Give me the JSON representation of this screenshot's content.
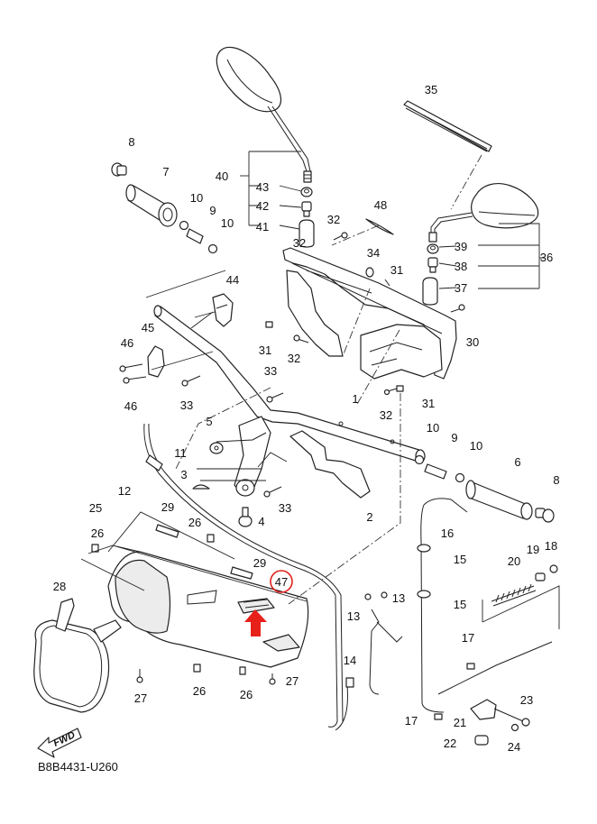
{
  "diagram": {
    "title": "Handlebar & Cowling Parts Diagram",
    "drawing_code": "B8B4431-U260",
    "direction_marker": "FWD",
    "highlight": {
      "part_number": "47",
      "circle_color": "#e0201a",
      "arrow_color": "#e8201a"
    },
    "callouts": [
      {
        "id": "c35",
        "num": "35"
      },
      {
        "id": "c8a",
        "num": "8"
      },
      {
        "id": "c7",
        "num": "7"
      },
      {
        "id": "c40",
        "num": "40"
      },
      {
        "id": "c43",
        "num": "43"
      },
      {
        "id": "c42",
        "num": "42"
      },
      {
        "id": "c41",
        "num": "41"
      },
      {
        "id": "c10a",
        "num": "10"
      },
      {
        "id": "c9a",
        "num": "9"
      },
      {
        "id": "c10b",
        "num": "10"
      },
      {
        "id": "c32a",
        "num": "32"
      },
      {
        "id": "c48",
        "num": "48"
      },
      {
        "id": "c39",
        "num": "39"
      },
      {
        "id": "c38",
        "num": "38"
      },
      {
        "id": "c36",
        "num": "36"
      },
      {
        "id": "c37",
        "num": "37"
      },
      {
        "id": "c34",
        "num": "34"
      },
      {
        "id": "c31a",
        "num": "31"
      },
      {
        "id": "c44",
        "num": "44"
      },
      {
        "id": "c32b",
        "num": "32"
      },
      {
        "id": "c45",
        "num": "45"
      },
      {
        "id": "c46a",
        "num": "46"
      },
      {
        "id": "c46b",
        "num": "46"
      },
      {
        "id": "c31b",
        "num": "31"
      },
      {
        "id": "c32c",
        "num": "32"
      },
      {
        "id": "c30",
        "num": "30"
      },
      {
        "id": "c33a",
        "num": "33"
      },
      {
        "id": "c33b",
        "num": "33"
      },
      {
        "id": "c1a",
        "num": "1"
      },
      {
        "id": "c31c",
        "num": "31"
      },
      {
        "id": "c32d",
        "num": "32"
      },
      {
        "id": "c5",
        "num": "5"
      },
      {
        "id": "c10c",
        "num": "10"
      },
      {
        "id": "c9b",
        "num": "9"
      },
      {
        "id": "c10d",
        "num": "10"
      },
      {
        "id": "c11",
        "num": "11"
      },
      {
        "id": "c6",
        "num": "6"
      },
      {
        "id": "c3",
        "num": "3"
      },
      {
        "id": "c8b",
        "num": "8"
      },
      {
        "id": "c12",
        "num": "12"
      },
      {
        "id": "c33c",
        "num": "33"
      },
      {
        "id": "c2",
        "num": "2"
      },
      {
        "id": "c4",
        "num": "4"
      },
      {
        "id": "c25",
        "num": "25"
      },
      {
        "id": "c29a",
        "num": "29"
      },
      {
        "id": "c16",
        "num": "16"
      },
      {
        "id": "c26a",
        "num": "26"
      },
      {
        "id": "c26b",
        "num": "26"
      },
      {
        "id": "c15a",
        "num": "15"
      },
      {
        "id": "c18",
        "num": "18"
      },
      {
        "id": "c19",
        "num": "19"
      },
      {
        "id": "c20",
        "num": "20"
      },
      {
        "id": "c29b",
        "num": "29"
      },
      {
        "id": "c28",
        "num": "28"
      },
      {
        "id": "c47",
        "num": "47"
      },
      {
        "id": "c13a",
        "num": "13"
      },
      {
        "id": "c15b",
        "num": "15"
      },
      {
        "id": "c13b",
        "num": "13"
      },
      {
        "id": "c17a",
        "num": "17"
      },
      {
        "id": "c14",
        "num": "14"
      },
      {
        "id": "c27a",
        "num": "27"
      },
      {
        "id": "c27b",
        "num": "27"
      },
      {
        "id": "c26c",
        "num": "26"
      },
      {
        "id": "c26d",
        "num": "26"
      },
      {
        "id": "c17b",
        "num": "17"
      },
      {
        "id": "c23",
        "num": "23"
      },
      {
        "id": "c21",
        "num": "21"
      },
      {
        "id": "c22",
        "num": "22"
      },
      {
        "id": "c24",
        "num": "24"
      }
    ]
  }
}
